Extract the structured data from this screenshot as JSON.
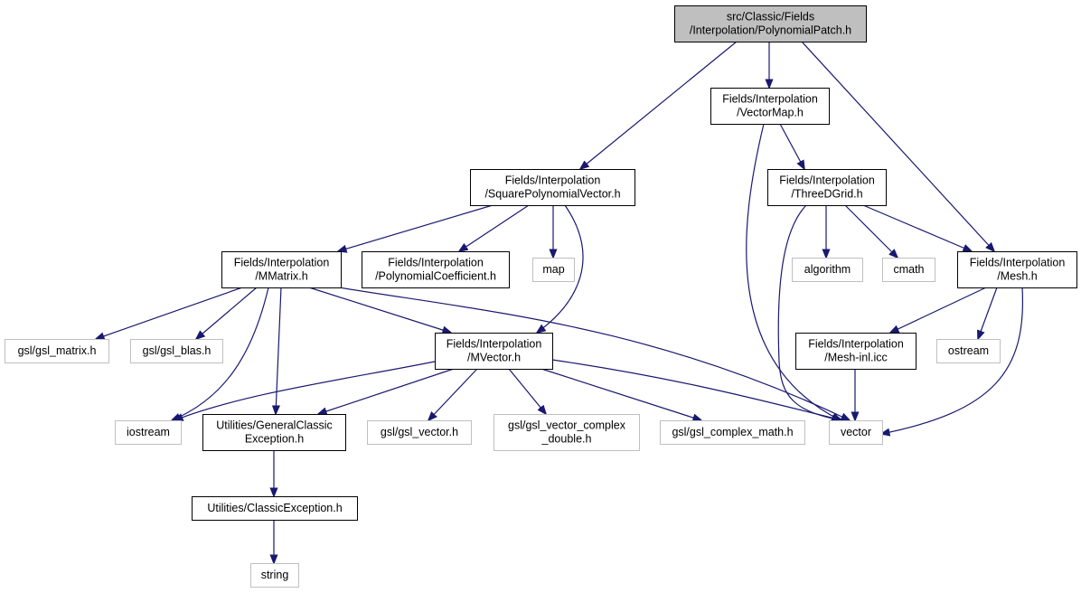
{
  "diagram": {
    "colors": {
      "edge": "#191970",
      "root_fill": "#bfbfbf",
      "node_border": "#000000",
      "external_border": "#bfbfbf",
      "background": "#ffffff"
    },
    "nodes": [
      {
        "id": "root",
        "lines": [
          "src/Classic/Fields",
          "/Interpolation/PolynomialPatch.h"
        ],
        "kind": "root"
      },
      {
        "id": "vectormap",
        "lines": [
          "Fields/Interpolation",
          "/VectorMap.h"
        ],
        "kind": "internal"
      },
      {
        "id": "squarepoly",
        "lines": [
          "Fields/Interpolation",
          "/SquarePolynomialVector.h"
        ],
        "kind": "internal"
      },
      {
        "id": "threedgrid",
        "lines": [
          "Fields/Interpolation",
          "/ThreeDGrid.h"
        ],
        "kind": "internal"
      },
      {
        "id": "mmatrix",
        "lines": [
          "Fields/Interpolation",
          "/MMatrix.h"
        ],
        "kind": "internal"
      },
      {
        "id": "polycoeff",
        "lines": [
          "Fields/Interpolation",
          "/PolynomialCoefficient.h"
        ],
        "kind": "internal"
      },
      {
        "id": "map",
        "lines": [
          "map"
        ],
        "kind": "external"
      },
      {
        "id": "algorithm",
        "lines": [
          "algorithm"
        ],
        "kind": "external"
      },
      {
        "id": "cmath",
        "lines": [
          "cmath"
        ],
        "kind": "external"
      },
      {
        "id": "mesh",
        "lines": [
          "Fields/Interpolation",
          "/Mesh.h"
        ],
        "kind": "internal"
      },
      {
        "id": "gslmatrix",
        "lines": [
          "gsl/gsl_matrix.h"
        ],
        "kind": "external"
      },
      {
        "id": "gslblas",
        "lines": [
          "gsl/gsl_blas.h"
        ],
        "kind": "external"
      },
      {
        "id": "mvector",
        "lines": [
          "Fields/Interpolation",
          "/MVector.h"
        ],
        "kind": "internal"
      },
      {
        "id": "meshinl",
        "lines": [
          "Fields/Interpolation",
          "/Mesh-inl.icc"
        ],
        "kind": "internal"
      },
      {
        "id": "ostream",
        "lines": [
          "ostream"
        ],
        "kind": "external"
      },
      {
        "id": "iostream",
        "lines": [
          "iostream"
        ],
        "kind": "external"
      },
      {
        "id": "genexc",
        "lines": [
          "Utilities/GeneralClassic",
          "Exception.h"
        ],
        "kind": "internal"
      },
      {
        "id": "gslvector",
        "lines": [
          "gsl/gsl_vector.h"
        ],
        "kind": "external"
      },
      {
        "id": "gslveccomplex",
        "lines": [
          "gsl/gsl_vector_complex",
          "_double.h"
        ],
        "kind": "external"
      },
      {
        "id": "gslcomplexmath",
        "lines": [
          "gsl/gsl_complex_math.h"
        ],
        "kind": "external"
      },
      {
        "id": "vector",
        "lines": [
          "vector"
        ],
        "kind": "external"
      },
      {
        "id": "classicexc",
        "lines": [
          "Utilities/ClassicException.h"
        ],
        "kind": "internal"
      },
      {
        "id": "string",
        "lines": [
          "string"
        ],
        "kind": "external"
      }
    ],
    "edges": [
      {
        "from": "root",
        "to": "squarepoly"
      },
      {
        "from": "root",
        "to": "vectormap"
      },
      {
        "from": "root",
        "to": "mesh"
      },
      {
        "from": "vectormap",
        "to": "threedgrid"
      },
      {
        "from": "vectormap",
        "to": "vector"
      },
      {
        "from": "squarepoly",
        "to": "mmatrix"
      },
      {
        "from": "squarepoly",
        "to": "polycoeff"
      },
      {
        "from": "squarepoly",
        "to": "map"
      },
      {
        "from": "squarepoly",
        "to": "mvector"
      },
      {
        "from": "threedgrid",
        "to": "algorithm"
      },
      {
        "from": "threedgrid",
        "to": "cmath"
      },
      {
        "from": "threedgrid",
        "to": "mesh"
      },
      {
        "from": "threedgrid",
        "to": "vector"
      },
      {
        "from": "mmatrix",
        "to": "gslmatrix"
      },
      {
        "from": "mmatrix",
        "to": "gslblas"
      },
      {
        "from": "mmatrix",
        "to": "mvector"
      },
      {
        "from": "mmatrix",
        "to": "iostream"
      },
      {
        "from": "mmatrix",
        "to": "genexc"
      },
      {
        "from": "mmatrix",
        "to": "vector"
      },
      {
        "from": "mesh",
        "to": "meshinl"
      },
      {
        "from": "mesh",
        "to": "ostream"
      },
      {
        "from": "mesh",
        "to": "vector"
      },
      {
        "from": "mvector",
        "to": "iostream"
      },
      {
        "from": "mvector",
        "to": "genexc"
      },
      {
        "from": "mvector",
        "to": "gslvector"
      },
      {
        "from": "mvector",
        "to": "gslveccomplex"
      },
      {
        "from": "mvector",
        "to": "gslcomplexmath"
      },
      {
        "from": "mvector",
        "to": "vector"
      },
      {
        "from": "meshinl",
        "to": "vector"
      },
      {
        "from": "genexc",
        "to": "classicexc"
      },
      {
        "from": "classicexc",
        "to": "string"
      }
    ]
  }
}
